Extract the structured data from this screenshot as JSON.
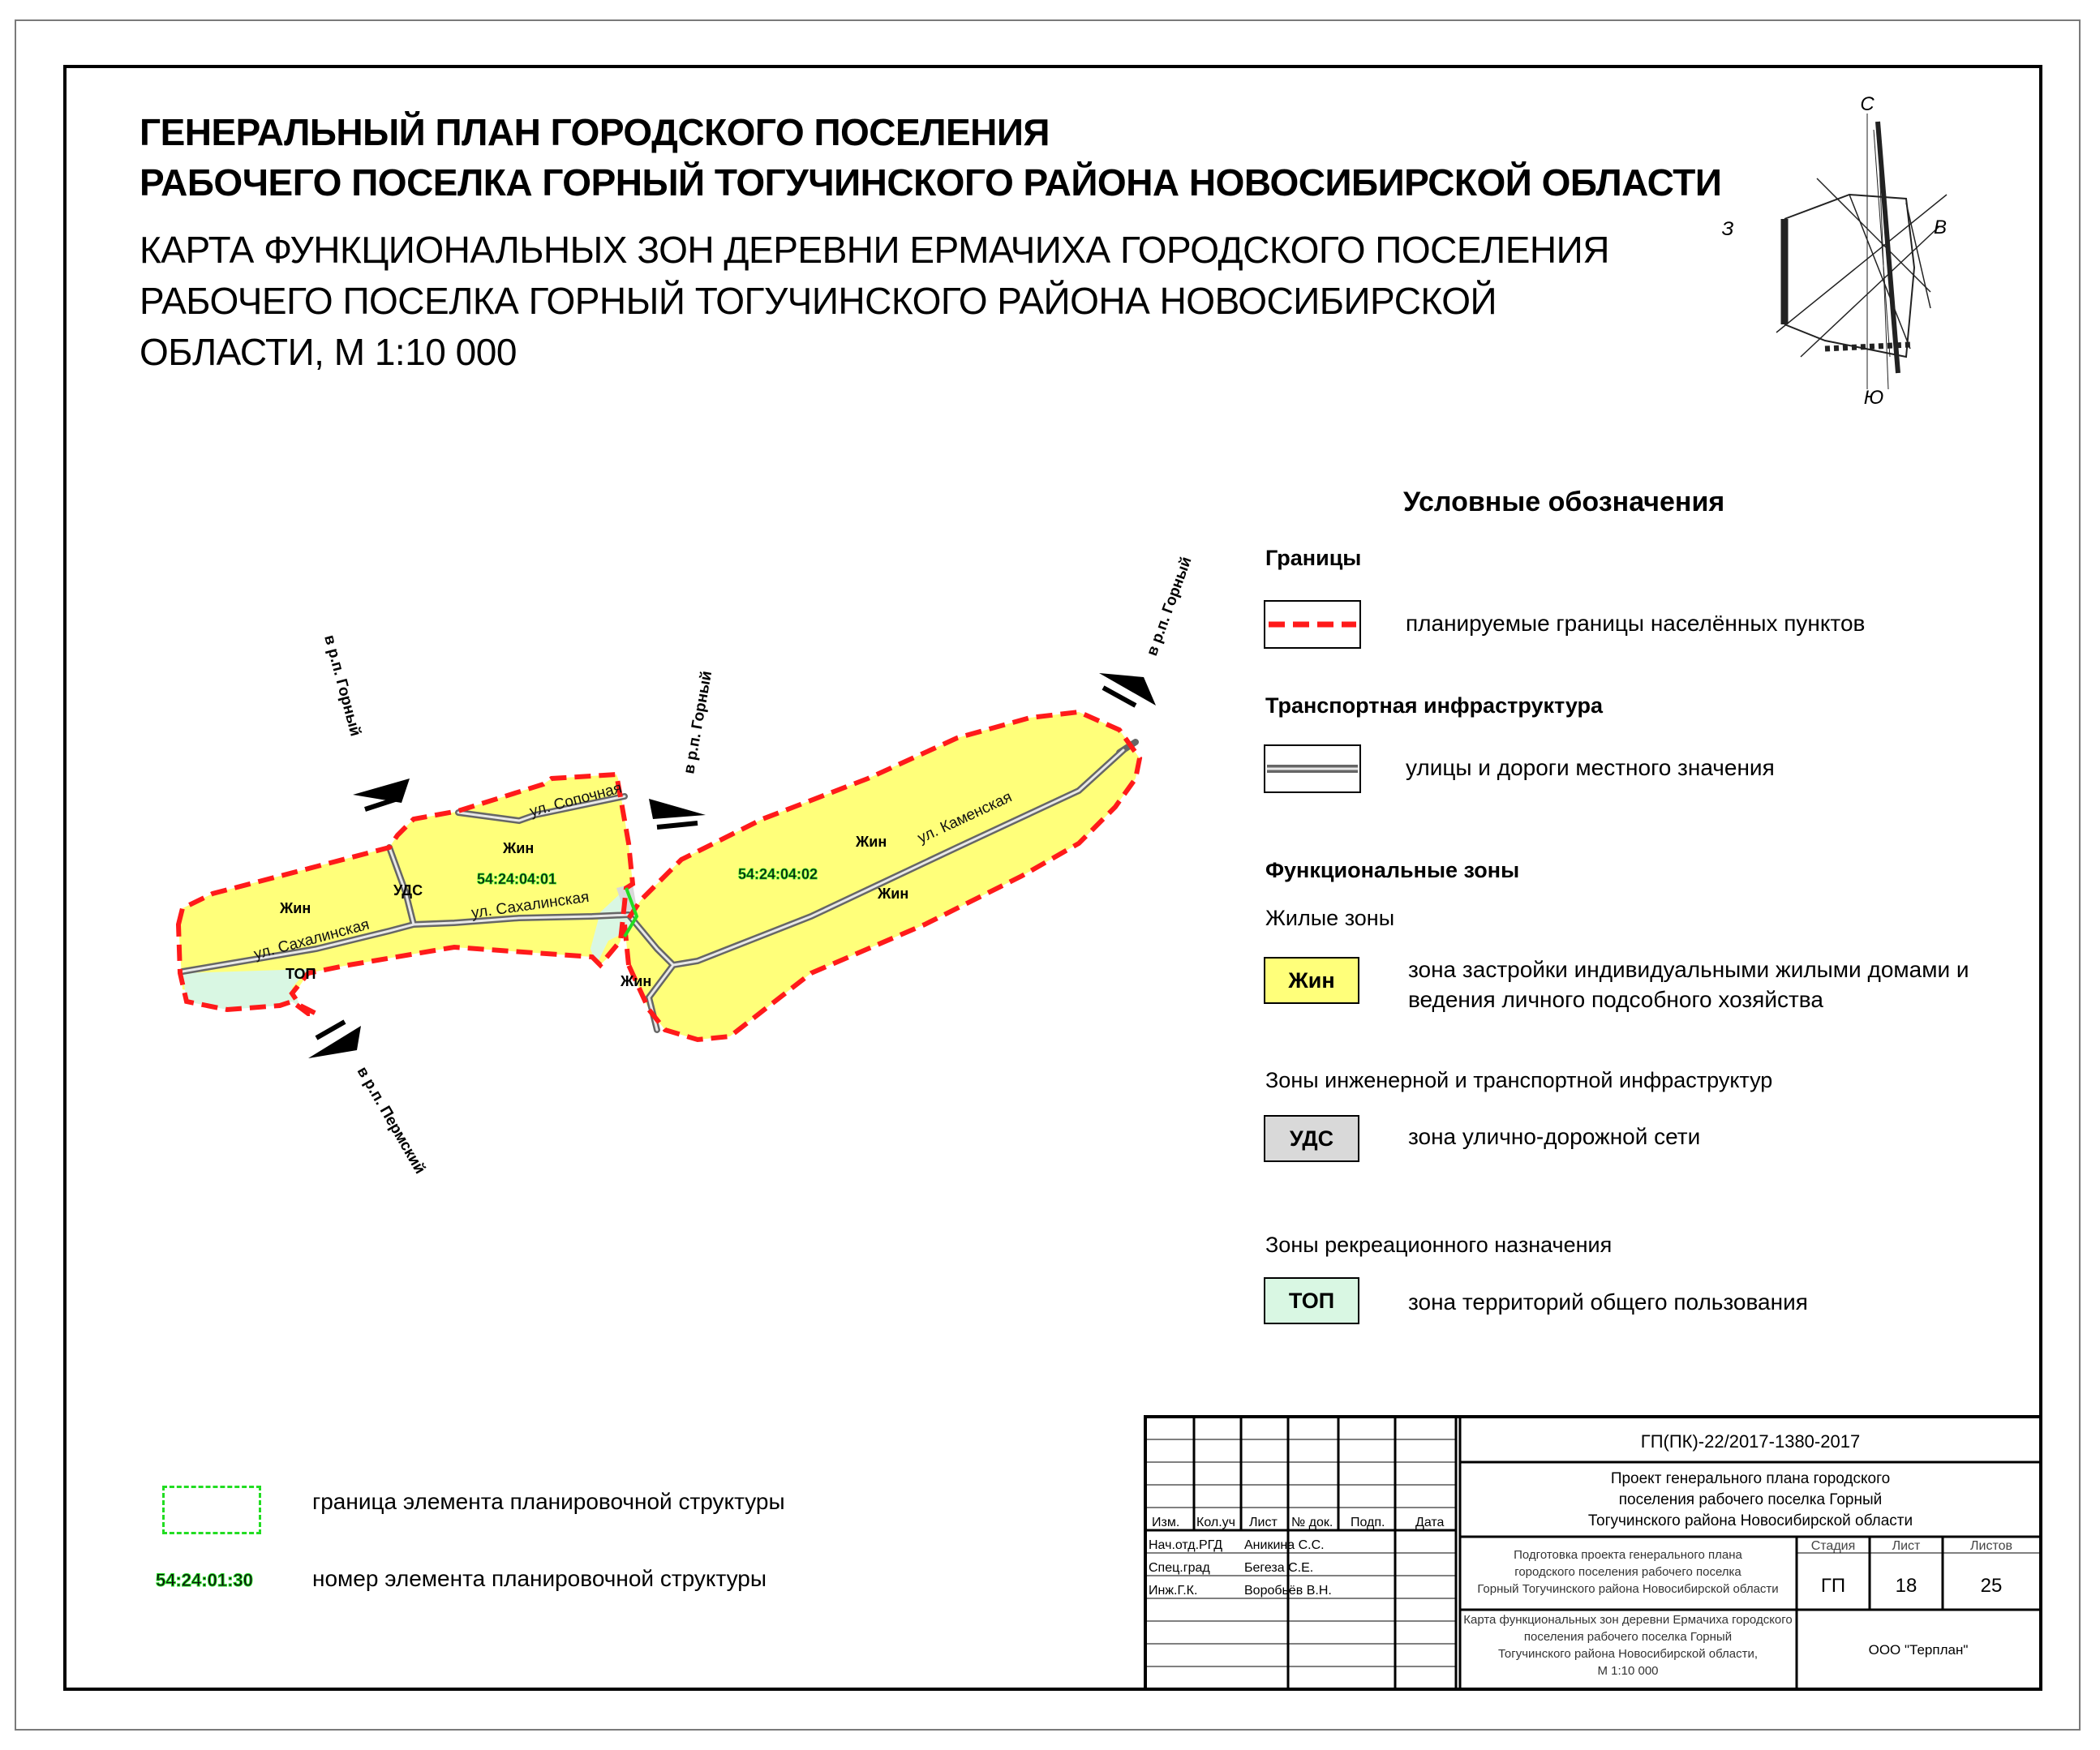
{
  "title": {
    "line1": "ГЕНЕРАЛЬНЫЙ ПЛАН ГОРОДСКОГО ПОСЕЛЕНИЯ",
    "line2": "РАБОЧЕГО ПОСЕЛКА ГОРНЫЙ ТОГУЧИНСКОГО РАЙОНА НОВОСИБИРСКОЙ ОБЛАСТИ",
    "sub1": "КАРТА ФУНКЦИОНАЛЬНЫХ ЗОН ДЕРЕВНИ ЕРМАЧИХА ГОРОДСКОГО ПОСЕЛЕНИЯ",
    "sub2": "РАБОЧЕГО ПОСЕЛКА ГОРНЫЙ ТОГУЧИНСКОГО РАЙОНА НОВОСИБИРСКОЙ",
    "sub3": "ОБЛАСТИ, М 1:10 000"
  },
  "compass": {
    "north": "С",
    "south": "Ю",
    "west": "З",
    "east": "В"
  },
  "map": {
    "colors": {
      "residential": "#ffff7a",
      "road_zone": "#d9d9d9",
      "public": "#d9f7e3",
      "boundary": "#ff1a1a",
      "plan_boundary": "#22dd22"
    },
    "zone_labels": {
      "zhin1": "Жин",
      "zhin2": "Жин",
      "zhin3": "Жин",
      "zhin4": "Жин",
      "zhin5": "Жин",
      "uds": "УДС",
      "top": "ТОП"
    },
    "streets": {
      "sopochnaya": "ул. Сопочная",
      "sakhalinskaya1": "ул. Сахалинская",
      "sakhalinskaya2": "ул. Сахалинская",
      "kamenskaya": "ул. Каменская"
    },
    "block_numbers": {
      "b1": "54:24:04:01",
      "b2": "54:24:04:02"
    },
    "directions": {
      "nw": "в р.п. Горный",
      "n": "в р.п. Горный",
      "ne": "в р.п. Горный",
      "s": "в р.п. Пермский"
    }
  },
  "legend": {
    "heading": "Условные обозначения",
    "boundaries": {
      "title": "Границы",
      "planned": "планируемые границы населённых пунктов"
    },
    "transport": {
      "title": "Транспортная инфраструктура",
      "roads": "улицы и дороги местного значения"
    },
    "zones": {
      "title": "Функциональные зоны",
      "residential_group": "Жилые зоны",
      "zhin_code": "Жин",
      "zhin_desc1": "зона застройки индивидуальными жилыми домами и",
      "zhin_desc2": "ведения личного подсобного хозяйства",
      "infra_group": "Зоны инженерной и транспортной инфраструктур",
      "uds_code": "УДС",
      "uds_desc": "зона улично-дорожной сети",
      "rec_group": "Зоны рекреационного назначения",
      "top_code": "ТОП",
      "top_desc": "зона территорий общего пользования"
    },
    "plan_boundary": "граница элемента планировочной структуры",
    "plan_number_sample": "54:24:01:30",
    "plan_number": "номер элемента планировочной структуры"
  },
  "stamp": {
    "code": "ГП(ПК)-22/2017-1380-2017",
    "project1": "Проект генерального плана городского",
    "project2": "поселения рабочего поселка Горный",
    "project3": "Тогучинского района Новосибирской области",
    "work1": "Подготовка проекта генерального плана",
    "work2": "городского поселения рабочего поселка",
    "work3": "Горный Тогучинского района Новосибирской области",
    "sheet1": "Карта функциональных зон деревни Ермачиха городского",
    "sheet2": "поселения рабочего поселка Горный",
    "sheet3": "Тогучинского района Новосибирской области,",
    "sheet4": "М 1:10 000",
    "headers": {
      "izm": "Изм.",
      "kol": "Кол.уч",
      "list": "Лист",
      "ndoc": "№ док.",
      "podp": "Подп.",
      "data": "Дата"
    },
    "roles": [
      {
        "role": "Нач.отд.РГД",
        "name": "Аникина С.С."
      },
      {
        "role": "Спец.град",
        "name": "Бегеза С.Е."
      },
      {
        "role": "Инж.Г.К.",
        "name": "Воробьёв В.Н."
      }
    ],
    "stage_label": "Стадия",
    "stage": "ГП",
    "sheet_label": "Лист",
    "sheet": "18",
    "sheets_label": "Листов",
    "sheets": "25",
    "org": "ООО \"Терплан\""
  }
}
